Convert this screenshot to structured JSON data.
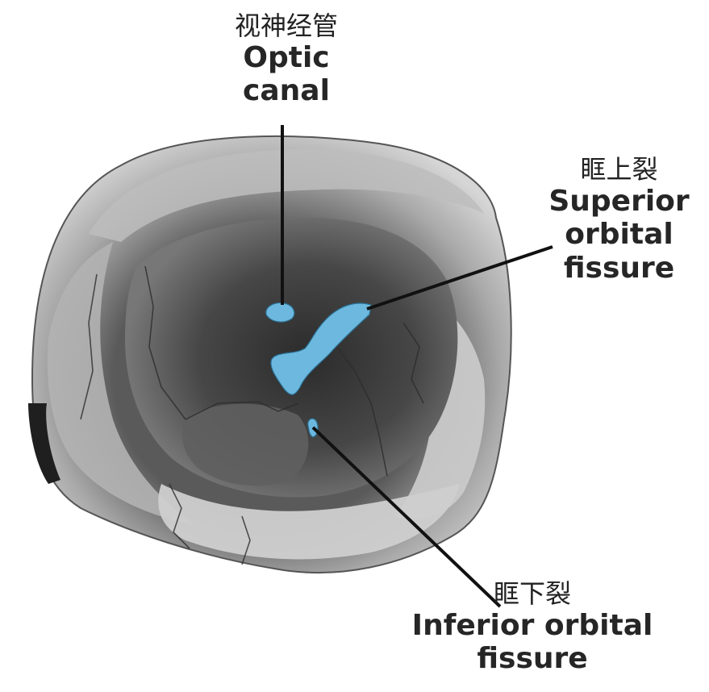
{
  "labels": {
    "optic_canal": {
      "zh": "视神经管",
      "en_line1": "Optic",
      "en_line2": "canal"
    },
    "superior_orbital_fissure": {
      "zh": "眶上裂",
      "en_line1": "Superior",
      "en_line2": "orbital",
      "en_line3": "fissure"
    },
    "inferior_orbital_fissure": {
      "zh": "眶下裂",
      "en_line1": "Inferior orbital",
      "en_line2": "fissure"
    }
  },
  "colors": {
    "highlight": "#6cb8de",
    "bone_light": "#cfcfcf",
    "bone_mid": "#8e8e8e",
    "bone_dark": "#3a3a3a",
    "leader_line": "#111111"
  }
}
